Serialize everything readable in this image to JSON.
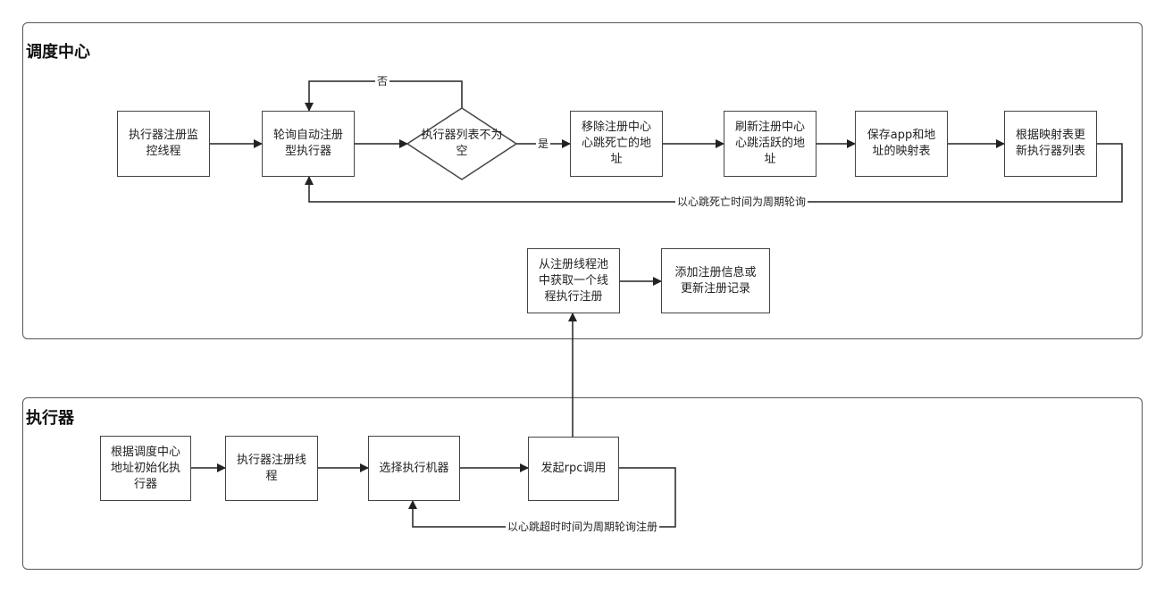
{
  "panels": {
    "scheduler": {
      "title": "调度中心"
    },
    "executor": {
      "title": "执行器"
    }
  },
  "nodes": {
    "exec_reg_monitor": "执行器注册监控线程",
    "poll_auto_reg": "轮询自动注册型执行器",
    "decision_not_empty": "执行器列表不为空",
    "remove_dead": "移除注册中心心跳死亡的地址",
    "refresh_alive": "刷新注册中心心跳活跃的地址",
    "save_mapping": "保存app和地址的映射表",
    "update_list": "根据映射表更新执行器列表",
    "get_thread": "从注册线程池中获取一个线程执行注册",
    "add_update_reg": "添加注册信息或更新注册记录",
    "init_executor": "根据调度中心地址初始化执行器",
    "reg_thread": "执行器注册线程",
    "select_machine": "选择执行机器",
    "rpc_call": "发起rpc调用"
  },
  "edge_labels": {
    "no": "否",
    "yes": "是",
    "poll_by_dead_time": "以心跳死亡时间为周期轮询",
    "poll_register_timeout": "以心跳超时时间为周期轮询注册"
  }
}
